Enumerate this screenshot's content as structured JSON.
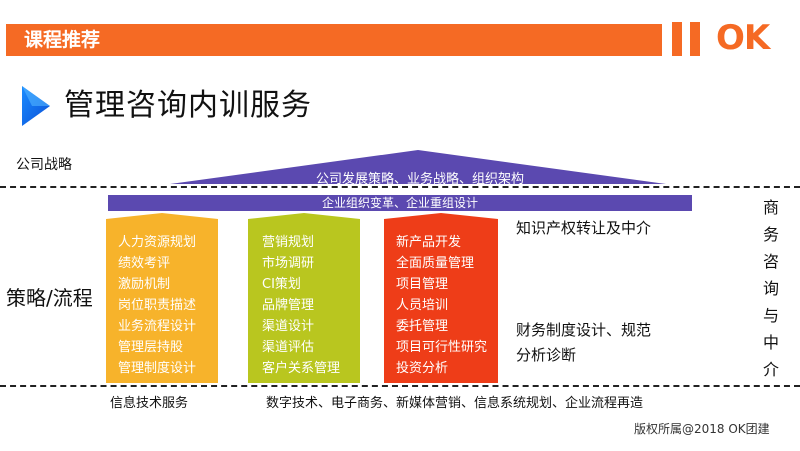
{
  "header": {
    "title": "课程推荐",
    "logo": "OK"
  },
  "page_title": "管理咨询内训服务",
  "strategy_label": "公司战略",
  "roof_text": "公司发展策略、业务战略、组织架构",
  "org_text": "企业组织变革、企业重组设计",
  "left_label": "策略/流程",
  "pillars": [
    {
      "color": "#f7b32b",
      "items": [
        "人力资源规划",
        "绩效考评",
        "激励机制",
        "岗位职责描述",
        "业务流程设计",
        "管理层持股",
        "管理制度设计"
      ]
    },
    {
      "color": "#b9c61f",
      "items": [
        "营销规划",
        "市场调研",
        "CI策划",
        "品牌管理",
        "渠道设计",
        "渠道评估",
        "客户关系管理"
      ]
    },
    {
      "color": "#ee3d18",
      "items": [
        "新产品开发",
        "全面质量管理",
        "项目管理",
        "人员培训",
        "委托管理",
        "项目可行性研究",
        "投资分析"
      ]
    }
  ],
  "right_text": {
    "ip": "知识产权转让及中介",
    "finance_line1": "财务制度设计、规范",
    "finance_line2": "分析诊断"
  },
  "vertical_text": [
    "商",
    "务",
    "咨",
    "询",
    "与",
    "中",
    "介"
  ],
  "footer": {
    "left": "信息技术服务",
    "right": "数字技术、电子商务、新媒体营销、信息系统规划、企业流程再造"
  },
  "copyright": "版权所属@2018 OK团建",
  "colors": {
    "accent": "#f56a24",
    "purple": "#5b49b0",
    "pillar_yellow": "#f7b32b",
    "pillar_green": "#b9c61f",
    "pillar_red": "#ee3d18"
  }
}
